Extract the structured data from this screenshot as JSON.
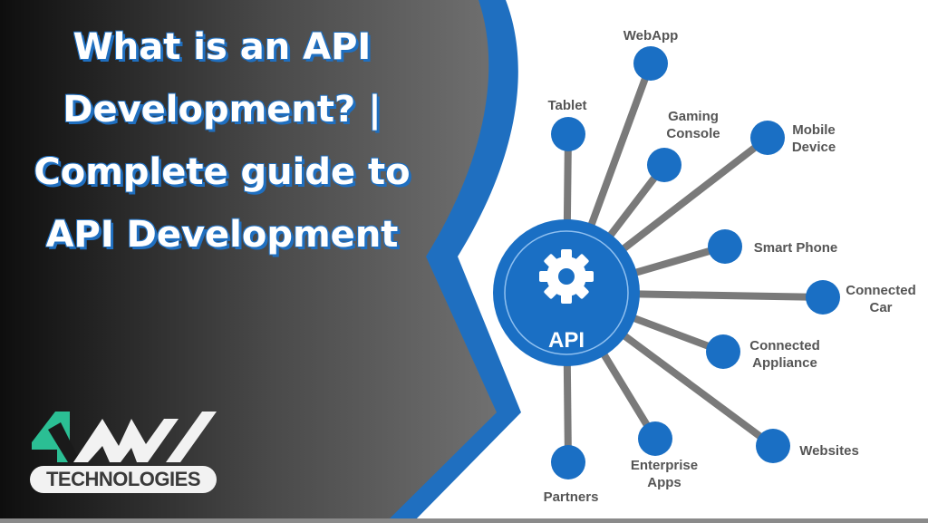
{
  "title": {
    "lines": [
      "What is an API",
      "Development? |",
      "Complete guide to",
      "API Development"
    ]
  },
  "logo": {
    "mark_text": "4WAY",
    "tagline": "TECHNOLOGIES",
    "accent_color": "#2bbf94"
  },
  "diagram": {
    "center_label": "API",
    "center_icon": "gear-icon",
    "nodes": [
      {
        "label": [
          "WebApp"
        ]
      },
      {
        "label": [
          "Tablet"
        ]
      },
      {
        "label": [
          "Gaming",
          "Console"
        ]
      },
      {
        "label": [
          "Mobile",
          "Device"
        ]
      },
      {
        "label": [
          "Smart Phone"
        ]
      },
      {
        "label": [
          "Connected",
          "Car"
        ]
      },
      {
        "label": [
          "Connected",
          "Appliance"
        ]
      },
      {
        "label": [
          "Websites"
        ]
      },
      {
        "label": [
          "Enterprise",
          "Apps"
        ]
      },
      {
        "label": [
          "Partners"
        ]
      }
    ]
  },
  "colors": {
    "brand_blue": "#1f6fc0",
    "node_blue": "#1a6fc4",
    "spoke_gray": "#7a7a7a",
    "label_gray": "#555555"
  }
}
